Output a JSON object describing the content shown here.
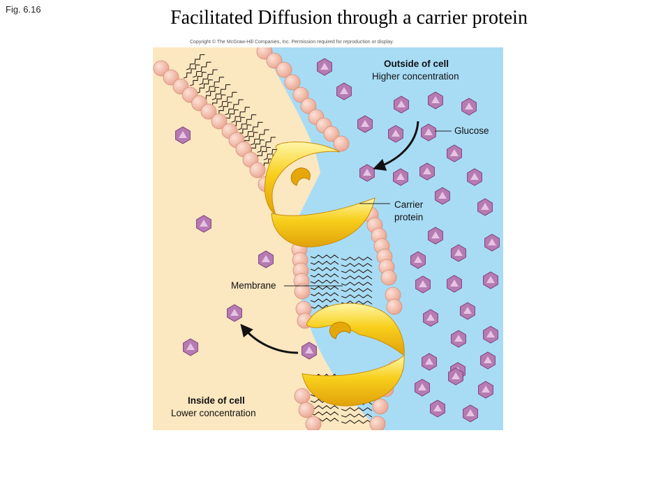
{
  "header": {
    "fig_label": "Fig. 6.16",
    "title": "Facilitated Diffusion through a carrier protein",
    "copyright": "Copyright © The McGraw-Hill Companies, Inc. Permission required for reproduction or display."
  },
  "labels": {
    "outside_title": "Outside of cell",
    "outside_sub": "Higher concentration",
    "glucose": "Glucose",
    "carrier_line1": "Carrier",
    "carrier_line2": "protein",
    "membrane": "Membrane",
    "inside_title": "Inside of cell",
    "inside_sub": "Lower concentration"
  },
  "colors": {
    "outside": "#a8dcf5",
    "inside": "#fbe7c0",
    "head": "#f2b6a4",
    "protein": "#f6c619",
    "glucose": "#b67bb2"
  }
}
